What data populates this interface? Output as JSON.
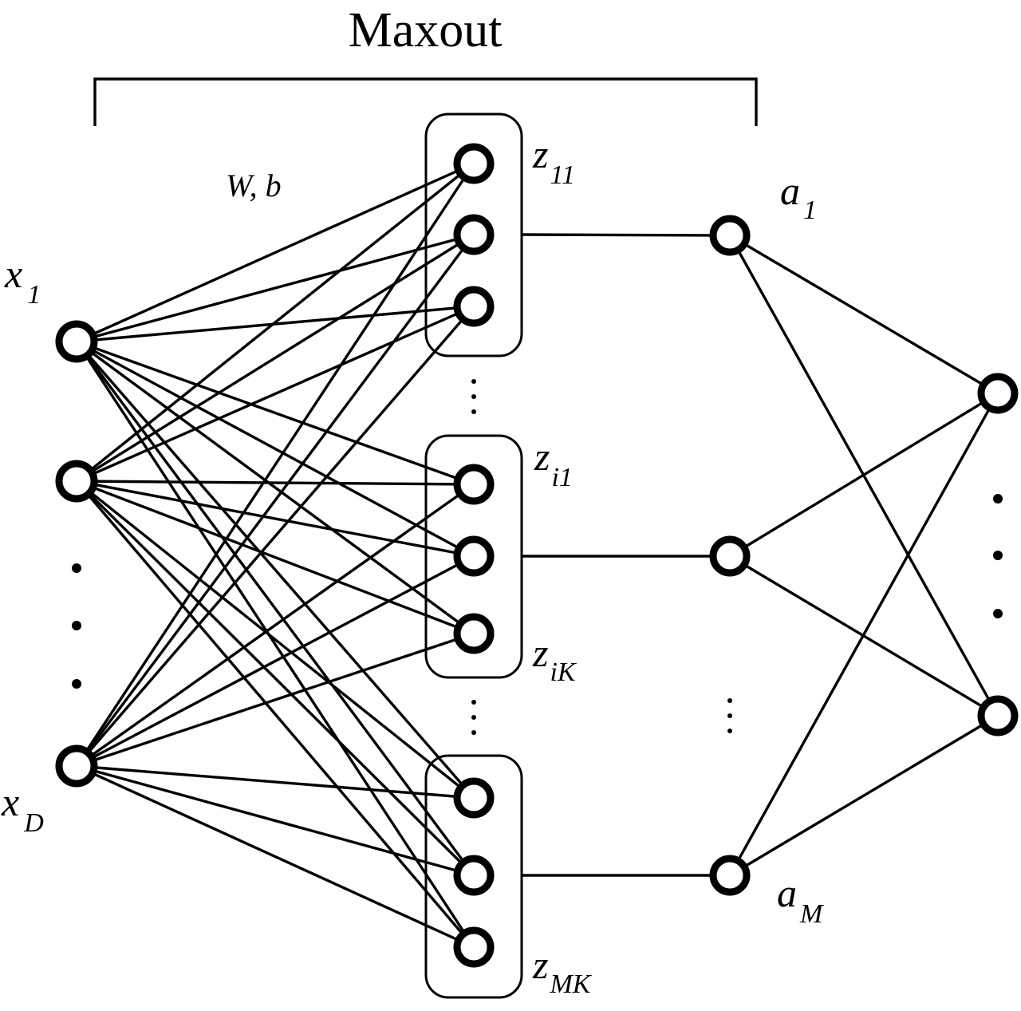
{
  "title": "Maxout",
  "weights_label": "W, b",
  "inputs": {
    "first": {
      "base": "x",
      "sub": "1"
    },
    "last": {
      "base": "x",
      "sub": "D"
    }
  },
  "hidden_labels": {
    "z11": {
      "base": "z",
      "sub": "11"
    },
    "zi1": {
      "base": "z",
      "sub": "i1"
    },
    "ziK": {
      "base": "z",
      "sub": "iK"
    },
    "zMK": {
      "base": "z",
      "sub": "MK"
    }
  },
  "maxout_labels": {
    "first": {
      "base": "a",
      "sub": "1"
    },
    "last": {
      "base": "a",
      "sub": "M"
    }
  },
  "colors": {
    "stroke": "#000000",
    "background": "#ffffff"
  }
}
